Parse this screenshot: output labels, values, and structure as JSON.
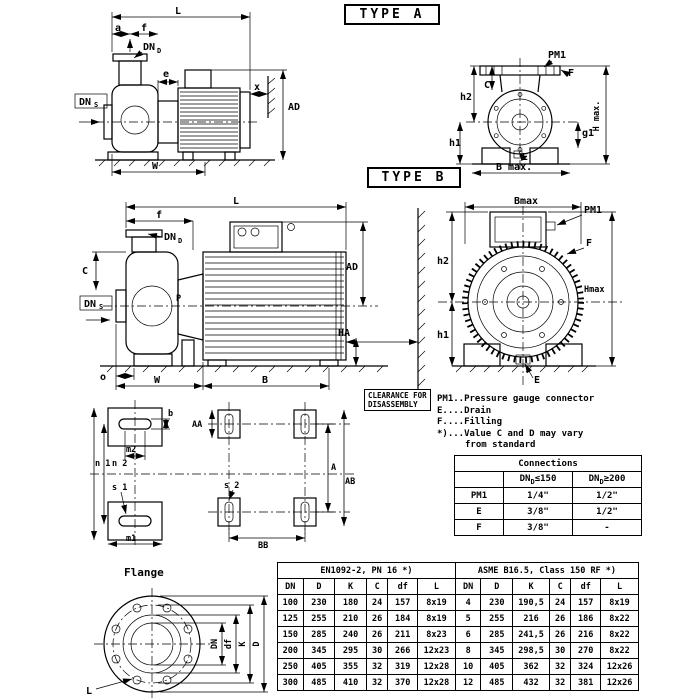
{
  "titles": {
    "type_a": "TYPE A",
    "type_b": "TYPE B",
    "flange": "Flange"
  },
  "labels": {
    "L": "L",
    "a": "a",
    "f": "f",
    "e": "e",
    "x": "x",
    "W": "W",
    "B": "B",
    "o": "o",
    "P": "P",
    "DN": "DN",
    "sub_D": "D",
    "sub_S": "S",
    "D": "D",
    "K": "K",
    "df": "df",
    "AD": "AD",
    "HA": "HA",
    "AA": "AA",
    "A": "A",
    "AB": "AB",
    "BB": "BB",
    "b": "b",
    "m1": "m1",
    "m2": "m2",
    "n1": "n 1",
    "n2": "n 2",
    "s1": "s 1",
    "s2": "s 2",
    "C": "C",
    "E": "E",
    "F": "F",
    "PM1": "PM1",
    "h1": "h1",
    "h2": "h2",
    "g1": "g1",
    "H_max": "H max.",
    "B_max": "B max.",
    "Hmax": "Hmax",
    "Bmax": "Bmax"
  },
  "clearance": {
    "line1": "CLEARANCE FOR",
    "line2": "DISASSEMBLY"
  },
  "notes": [
    "PM1..Pressure gauge connector",
    "E....Drain",
    "F....Filling",
    "*)...Value C and D may vary",
    "from standard"
  ],
  "connections": {
    "title": "Connections",
    "col_dn": "DN",
    "sub_d": "D",
    "le": "≤150",
    "ge": "≥200",
    "rows": [
      [
        "PM1",
        "1/4\"",
        "1/2\""
      ],
      [
        "E",
        "3/8\"",
        "1/2\""
      ],
      [
        "F",
        "3/8\"",
        "-"
      ]
    ]
  },
  "dims_table": {
    "header_left": "EN1092-2, PN 16 *)",
    "header_right": "ASME B16.5, Class 150 RF *)",
    "columns": [
      "DN",
      "D",
      "K",
      "C",
      "df",
      "L"
    ],
    "rows": [
      [
        "100",
        "230",
        "180",
        "24",
        "157",
        "8x19",
        "4",
        "230",
        "190,5",
        "24",
        "157",
        "8x19"
      ],
      [
        "125",
        "255",
        "210",
        "26",
        "184",
        "8x19",
        "5",
        "255",
        "216",
        "26",
        "186",
        "8x22"
      ],
      [
        "150",
        "285",
        "240",
        "26",
        "211",
        "8x23",
        "6",
        "285",
        "241,5",
        "26",
        "216",
        "8x22"
      ],
      [
        "200",
        "345",
        "295",
        "30",
        "266",
        "12x23",
        "8",
        "345",
        "298,5",
        "30",
        "270",
        "8x22"
      ],
      [
        "250",
        "405",
        "355",
        "32",
        "319",
        "12x28",
        "10",
        "405",
        "362",
        "32",
        "324",
        "12x26"
      ],
      [
        "300",
        "485",
        "410",
        "32",
        "370",
        "12x28",
        "12",
        "485",
        "432",
        "32",
        "381",
        "12x26"
      ]
    ]
  }
}
